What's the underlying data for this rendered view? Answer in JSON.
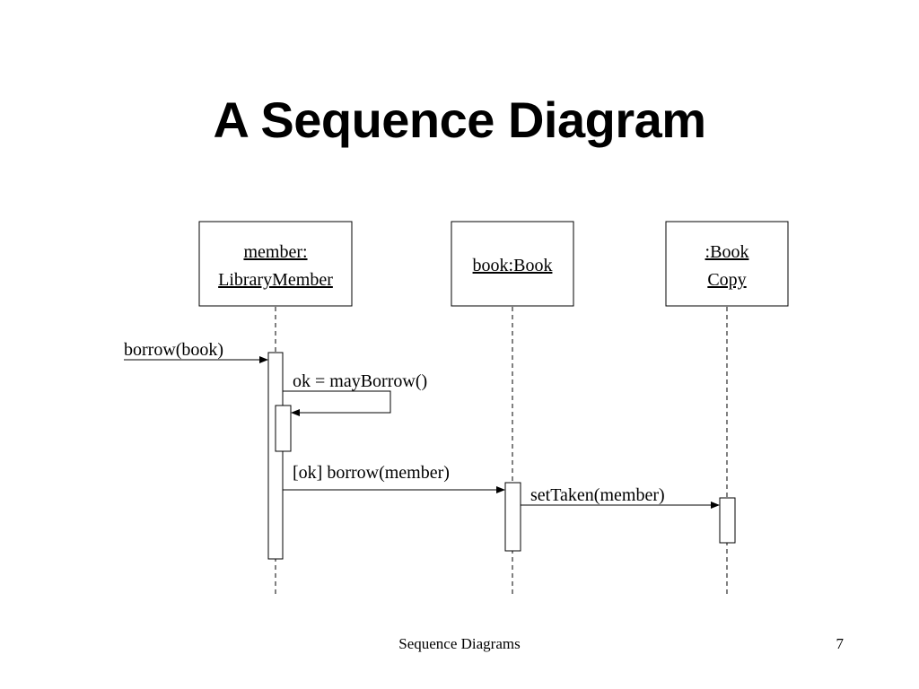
{
  "slide": {
    "title": "A Sequence Diagram",
    "footer": "Sequence Diagrams",
    "page_number": "7"
  },
  "diagram": {
    "lifelines": [
      {
        "id": "member",
        "label_lines": [
          "member:",
          "LibraryMember"
        ]
      },
      {
        "id": "book",
        "label_lines": [
          "book:Book"
        ]
      },
      {
        "id": "copy",
        "label_lines": [
          ":Book",
          "Copy"
        ]
      }
    ],
    "messages": [
      {
        "id": "borrow",
        "label": "borrow(book)",
        "from": "external",
        "to": "member"
      },
      {
        "id": "maybe-borrow",
        "label": "ok = mayBorrow()",
        "from": "member",
        "to": "member"
      },
      {
        "id": "borrow-member",
        "label": "[ok] borrow(member)",
        "from": "member",
        "to": "book"
      },
      {
        "id": "set-taken",
        "label": "setTaken(member)",
        "from": "book",
        "to": "copy"
      }
    ]
  }
}
